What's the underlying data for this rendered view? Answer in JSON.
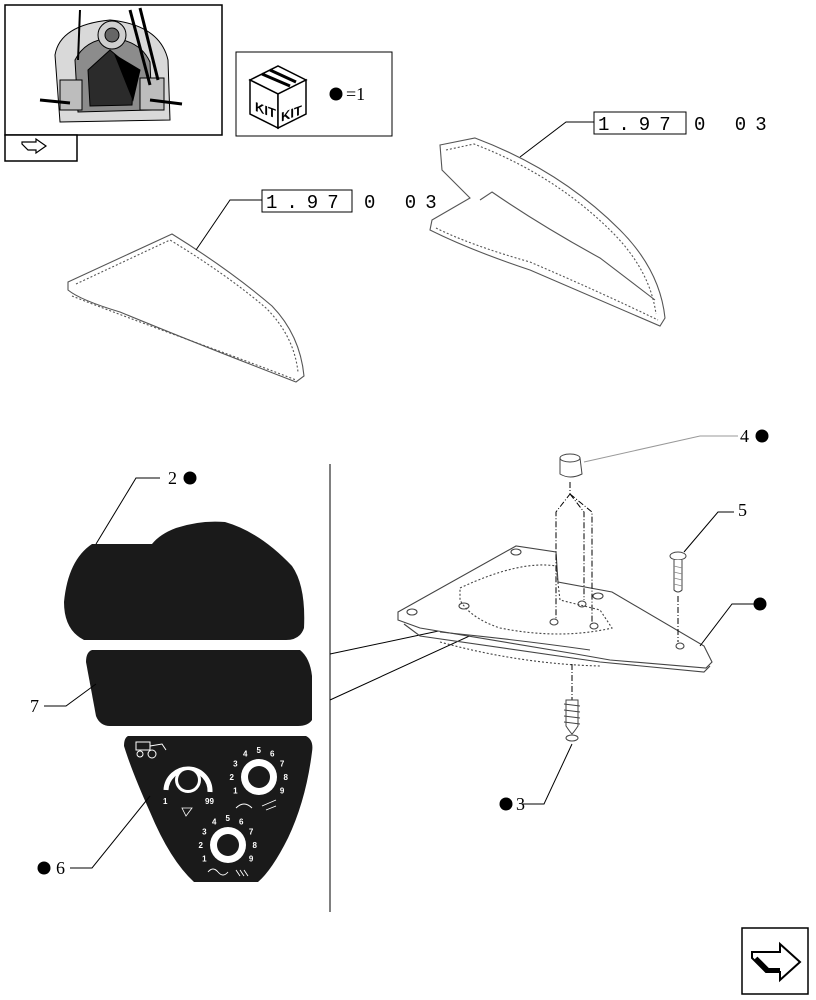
{
  "kit_box": {
    "text": "KIT",
    "equals_label": "=1"
  },
  "references": [
    {
      "boxed": "1.97",
      "rest": "0 03"
    },
    {
      "boxed": "1.97",
      "rest": "0 03"
    }
  ],
  "callouts": {
    "c2": "2",
    "c3": "3",
    "c4": "4",
    "c5": "5",
    "c6": "6",
    "c7": "7"
  },
  "dials": {
    "left": {
      "min": "1",
      "max": "99"
    },
    "right_top": [
      "1",
      "2",
      "3",
      "4",
      "5",
      "6",
      "7",
      "8",
      "9"
    ],
    "bottom": [
      "1",
      "2",
      "3",
      "4",
      "5",
      "6",
      "7",
      "8",
      "9"
    ]
  },
  "colors": {
    "ink": "#000000",
    "decal": "#1a1a1a",
    "dashed": "#888888"
  }
}
